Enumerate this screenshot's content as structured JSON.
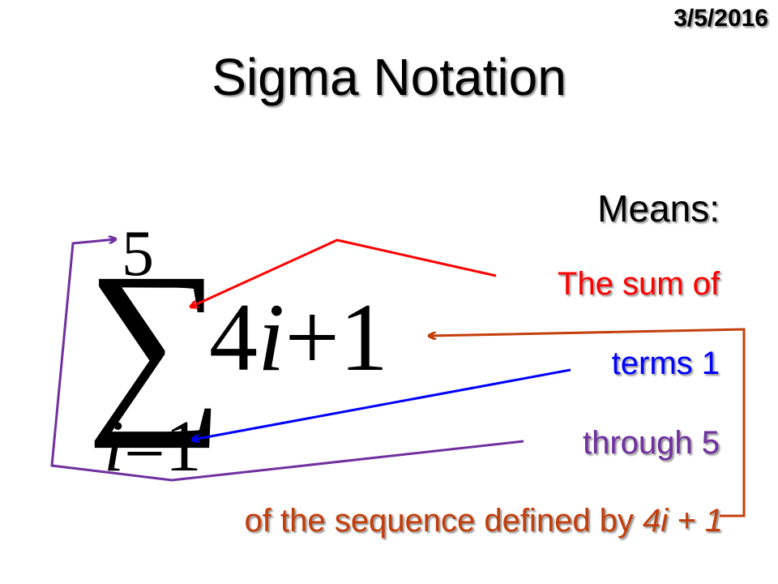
{
  "slide": {
    "date": "3/5/2016",
    "title": "Sigma Notation",
    "means_label": "Means:",
    "lines": {
      "sum_of": "The sum of",
      "terms": "terms 1",
      "through": "through 5",
      "sequence_prefix": "of the sequence defined by ",
      "sequence_expr": "4i + 1"
    },
    "formula": {
      "upper_limit": "5",
      "sigma": "∑",
      "term_coeff": "4",
      "term_var": "i",
      "term_rest": "+1",
      "lower_var": "i",
      "lower_eq": "=1"
    }
  },
  "colors": {
    "sum_of": "#ff0000",
    "terms": "#0000ff",
    "through": "#7030a0",
    "sequence": "#c43e0a"
  }
}
